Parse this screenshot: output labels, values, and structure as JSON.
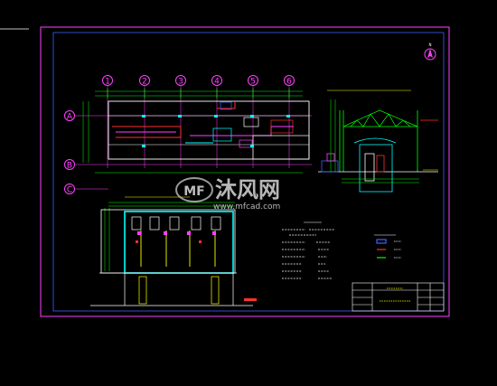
{
  "drawing": {
    "column_axes": [
      "1",
      "2",
      "3",
      "4",
      "5",
      "6"
    ],
    "row_axes": [
      "A",
      "B",
      "C"
    ],
    "north_label": "N",
    "section_title": "",
    "plan_title": "",
    "notes_title": "",
    "legend_title": "",
    "title_block_name": ""
  },
  "watermark": {
    "brand": "沐风网",
    "url": "www.mfcad.com",
    "logo_letters": "MF"
  },
  "colors": {
    "background": "#000000",
    "border": "#ff40ff",
    "lines_white": "#ffffff",
    "lines_cyan": "#00ffff",
    "lines_green": "#00ff00",
    "lines_yellow": "#ffff00",
    "lines_red": "#ff3030",
    "lines_blue": "#4060ff"
  }
}
